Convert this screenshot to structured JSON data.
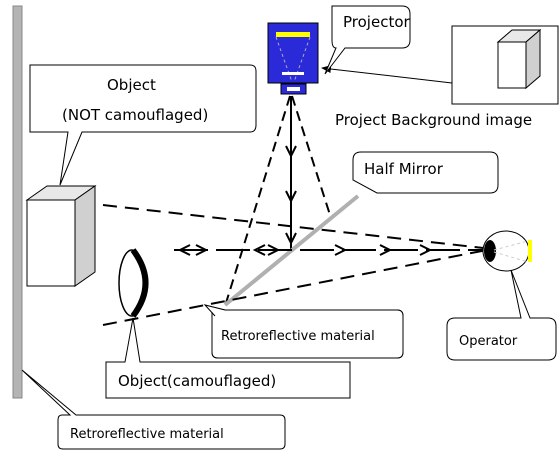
{
  "labels": {
    "projector": "Projector",
    "object_not_camouflaged_line1": "Object",
    "object_not_camouflaged_line2": "(NOT camouflaged)",
    "project_background_image": "Project Background image",
    "half_mirror": "Half Mirror",
    "retroreflective_material_screen": "Retroreflective material",
    "object_camouflaged": "Object(camouflaged)",
    "retroreflective_material_wall": "Retroreflective material",
    "operator": "Operator"
  },
  "colors": {
    "projector_body": "#2a2ad8",
    "projector_lens": "#ffff00",
    "eye_pupil": "#000000",
    "eye_highlight": "#ffff00",
    "mirror": "#b0b0b0",
    "wall": "#b4b4b4",
    "line": "#000000"
  }
}
